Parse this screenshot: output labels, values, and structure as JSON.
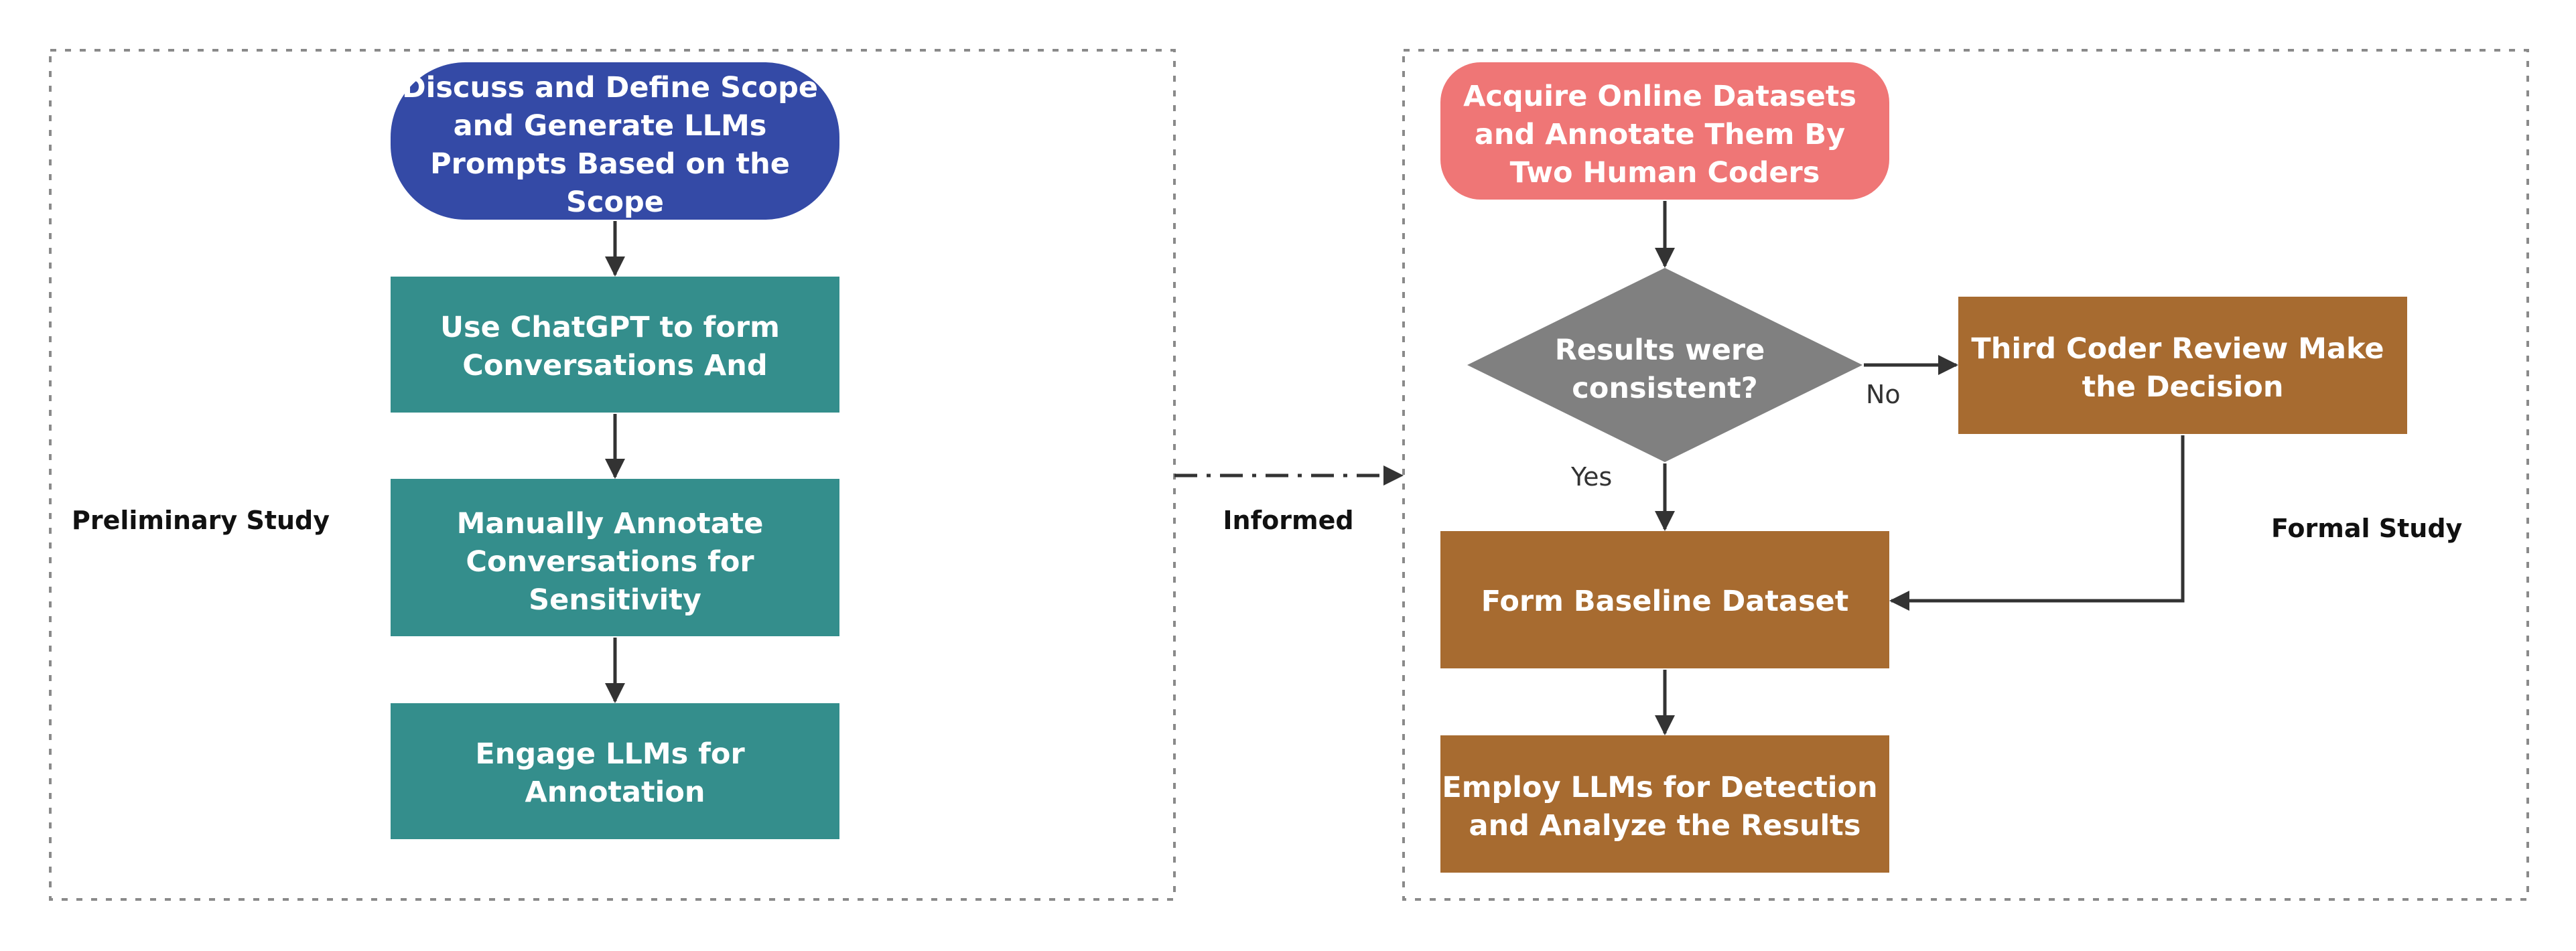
{
  "colors": {
    "start_blue": "#344aa6",
    "step_teal": "#348e8c",
    "step_brown": "#a76b30",
    "decision_gray": "#808080",
    "acquire_pink": "#ef7676",
    "frame_gray": "#8a8a8a",
    "arrow_dark": "#333333"
  },
  "preliminary": {
    "label": "Preliminary Study",
    "start_node": {
      "lines": [
        "Discuss and Define Scope",
        "and Generate LLMs",
        "Prompts Based on the",
        "Scope"
      ]
    },
    "chatgpt_node": {
      "lines": [
        "Use ChatGPT to form",
        "Conversations And"
      ]
    },
    "annotate_node": {
      "lines": [
        "Manually Annotate",
        "Conversations for",
        "Sensitivity"
      ]
    },
    "engage_node": {
      "lines": [
        "Engage LLMs for",
        "Annotation"
      ]
    }
  },
  "link": {
    "label": "Informed"
  },
  "formal": {
    "label": "Formal Study",
    "acquire_node": {
      "lines": [
        "Acquire Online Datasets",
        "and Annotate Them By",
        "Two Human Coders"
      ]
    },
    "decision_node": {
      "lines": [
        "Results were",
        "consistent?"
      ]
    },
    "no_label": "No",
    "yes_label": "Yes",
    "review_node": {
      "lines": [
        "Third Coder Review Make",
        "the Decision"
      ]
    },
    "baseline_node": {
      "lines": [
        "Form Baseline Dataset"
      ]
    },
    "employ_node": {
      "lines": [
        "Employ LLMs for Detection",
        "and Analyze the Results"
      ]
    }
  }
}
